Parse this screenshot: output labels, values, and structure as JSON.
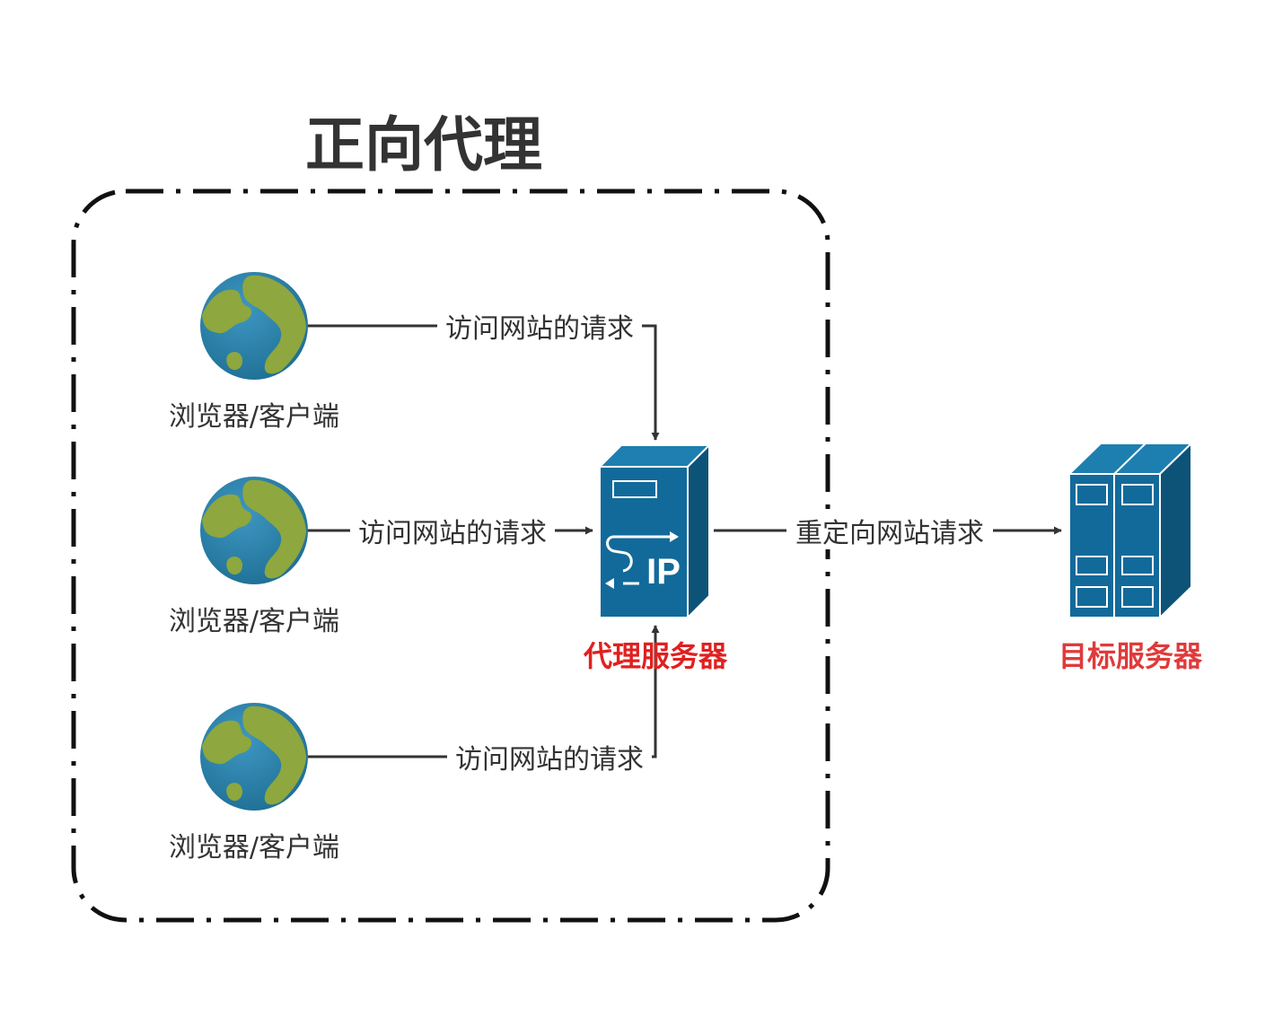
{
  "diagram": {
    "title": "正向代理",
    "clients": [
      {
        "label": "浏览器/客户端",
        "request_label": "访问网站的请求"
      },
      {
        "label": "浏览器/客户端",
        "request_label": "访问网站的请求"
      },
      {
        "label": "浏览器/客户端",
        "request_label": "访问网站的请求"
      }
    ],
    "proxy": {
      "label": "代理服务器",
      "icon": "sip-proxy-server-icon",
      "icon_text": "IP",
      "label_color": "#e02020"
    },
    "target": {
      "label": "目标服务器",
      "icon": "server-rack-icon",
      "label_color": "#e03a3a"
    },
    "forward_label": "重定向网站请求",
    "colors": {
      "server_blue": "#126a9a",
      "server_dark": "#0d5378",
      "globe_ocean": "#2e86b0",
      "globe_land": "#8ea73e",
      "line": "#333333"
    }
  }
}
